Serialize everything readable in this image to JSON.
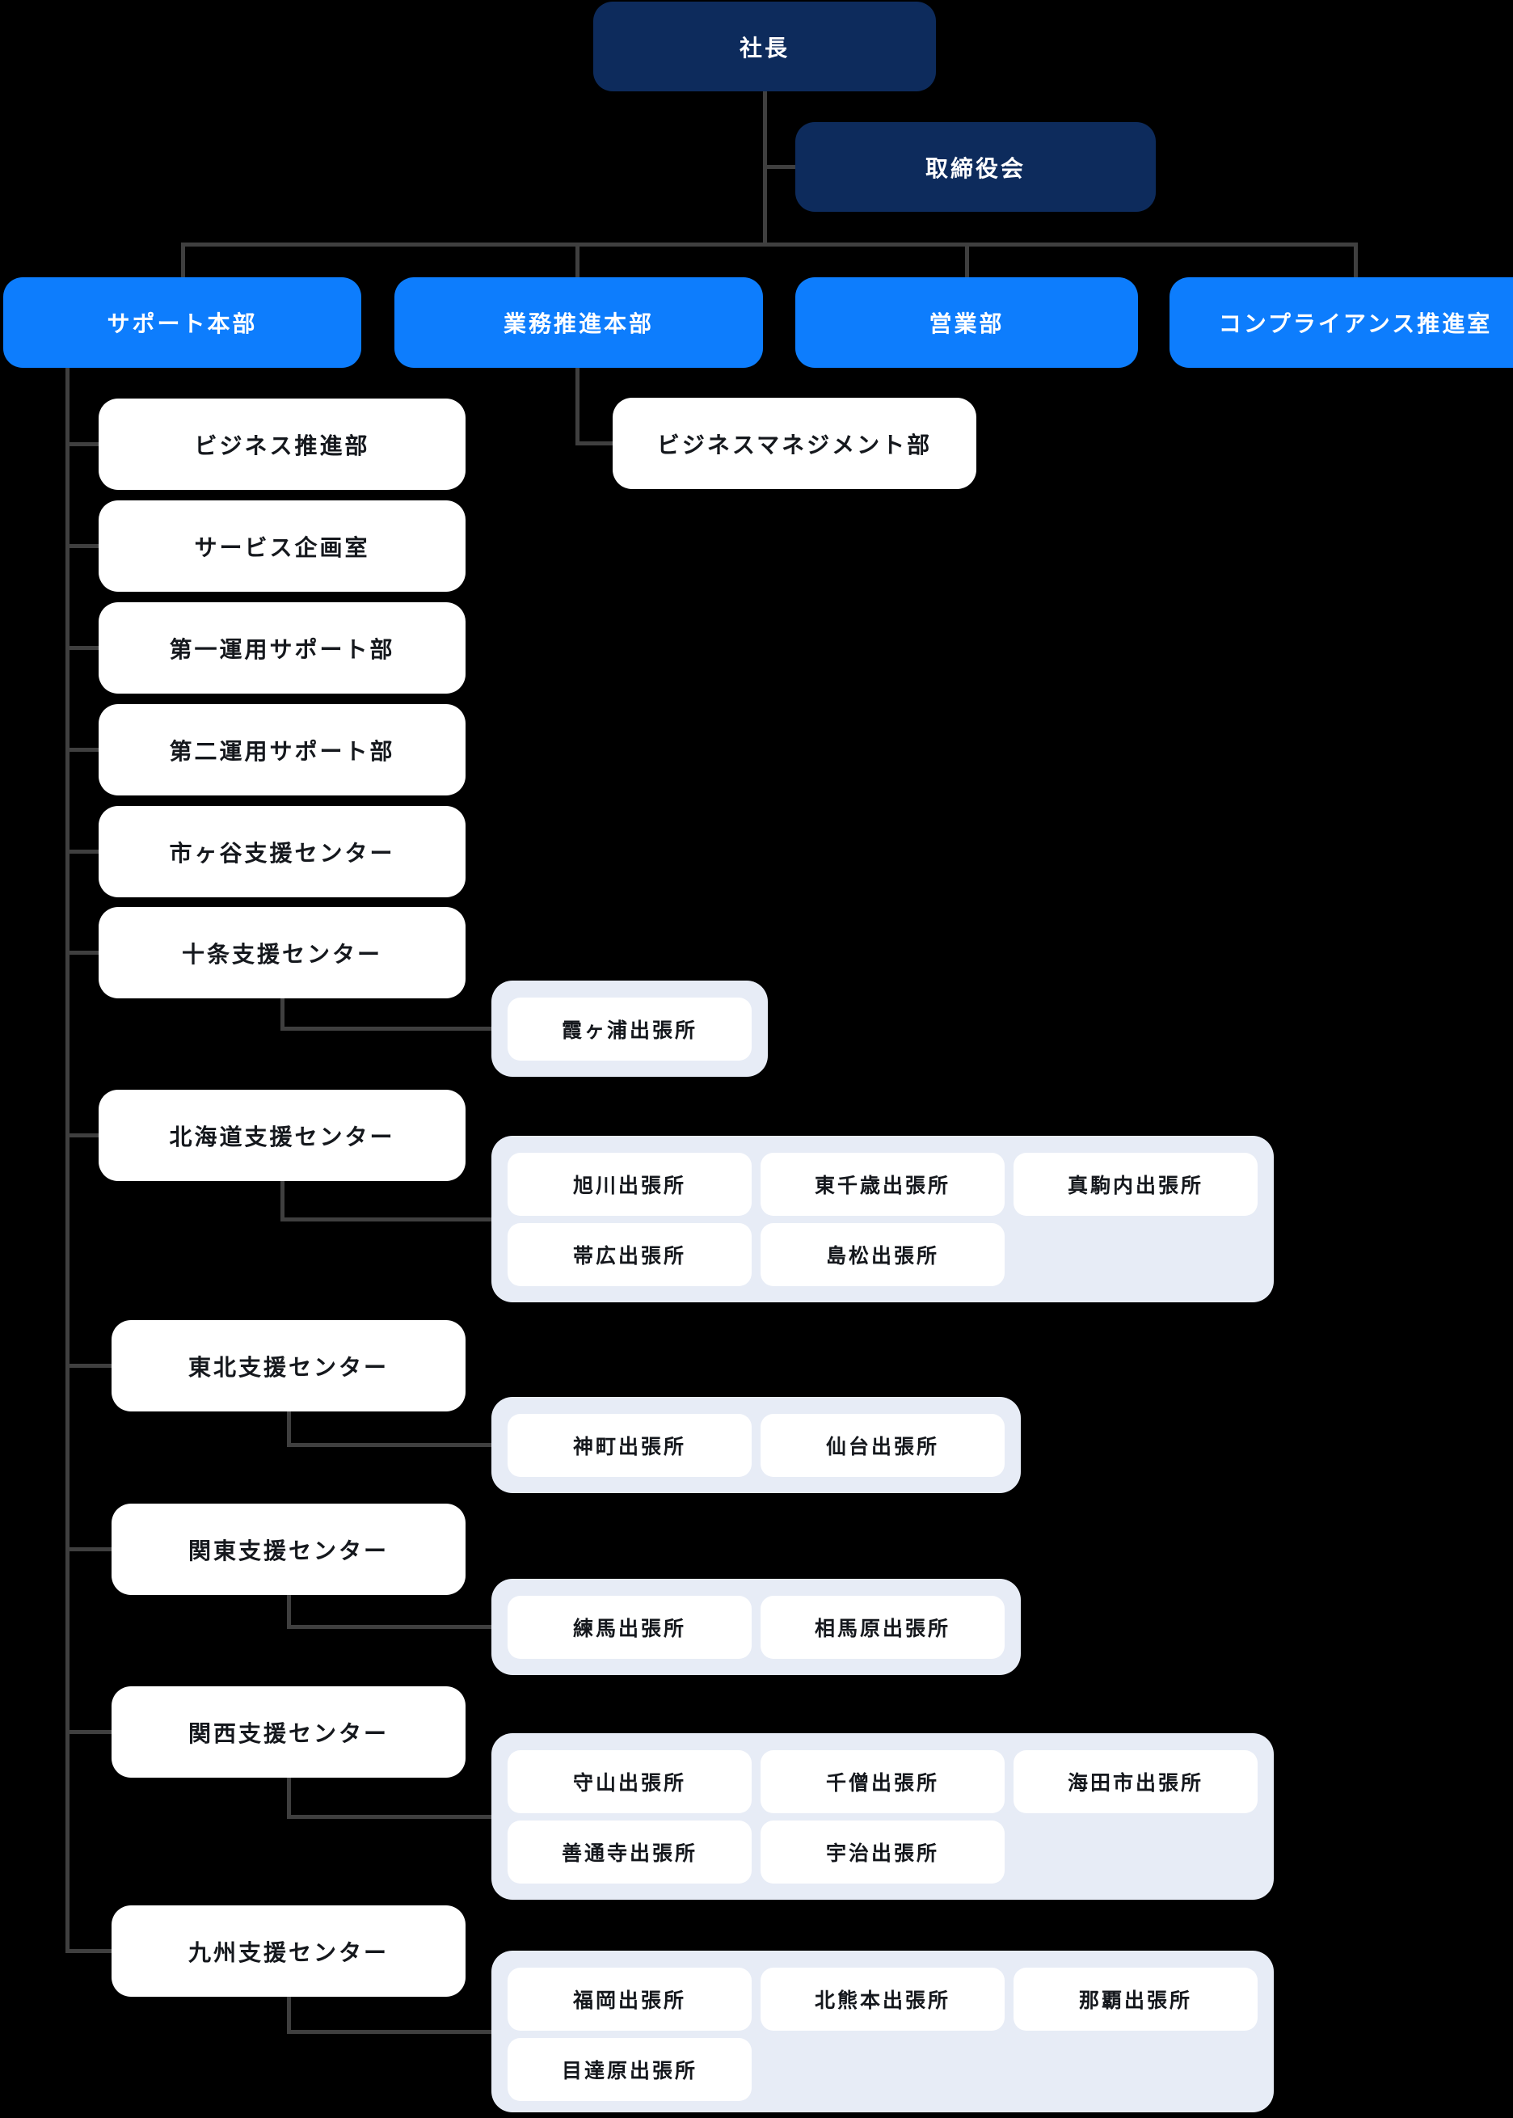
{
  "org": {
    "president": {
      "label": "社長"
    },
    "board": {
      "label": "取締役会"
    },
    "divisions": [
      {
        "label": "サポート本部"
      },
      {
        "label": "業務推進本部"
      },
      {
        "label": "営業部"
      },
      {
        "label": "コンプライアンス推進室"
      }
    ],
    "gyomu_child": {
      "label": "ビジネスマネジメント部"
    },
    "support_departments": [
      {
        "label": "ビジネス推進部"
      },
      {
        "label": "サービス企画室"
      },
      {
        "label": "第一運用サポート部"
      },
      {
        "label": "第二運用サポート部"
      },
      {
        "label": "市ヶ谷支援センター"
      },
      {
        "label": "十条支援センター",
        "offices": [
          "霞ヶ浦出張所"
        ]
      },
      {
        "label": "北海道支援センター",
        "offices": [
          "旭川出張所",
          "東千歳出張所",
          "真駒内出張所",
          "帯広出張所",
          "島松出張所"
        ]
      },
      {
        "label": "東北支援センター",
        "offices": [
          "神町出張所",
          "仙台出張所"
        ]
      },
      {
        "label": "関東支援センター",
        "offices": [
          "練馬出張所",
          "相馬原出張所"
        ]
      },
      {
        "label": "関西支援センター",
        "offices": [
          "守山出張所",
          "千僧出張所",
          "海田市出張所",
          "善通寺出張所",
          "宇治出張所"
        ]
      },
      {
        "label": "九州支援センター",
        "offices": [
          "福岡出張所",
          "北熊本出張所",
          "那覇出張所",
          "目達原出張所"
        ]
      }
    ],
    "colors": {
      "accent_blue": "#0d7dfd",
      "navy": "#0d2b5c",
      "connector": "#3f3f3f",
      "group_bg": "#e7ecf6"
    }
  }
}
